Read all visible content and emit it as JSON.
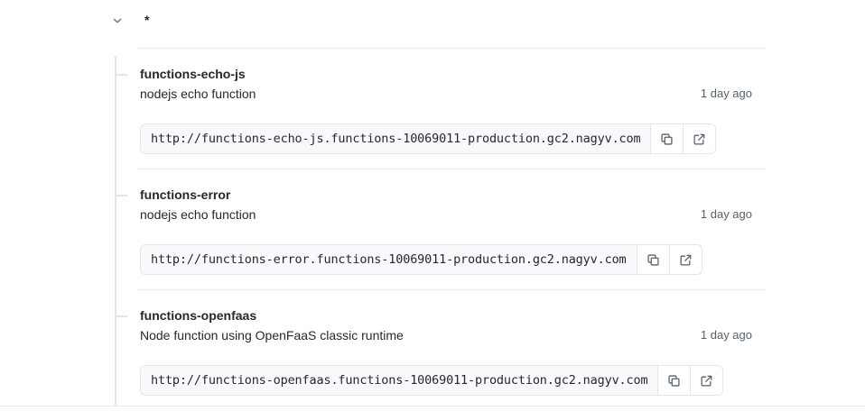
{
  "group": {
    "chevron_icon": "chevron-down-icon",
    "label": "*"
  },
  "timestamps": {
    "label": "1 day ago"
  },
  "actions": {
    "copy_icon": "copy-icon",
    "open_external_icon": "external-link-icon"
  },
  "functions": [
    {
      "name": "functions-echo-js",
      "description": "nodejs echo function",
      "updated": "1 day ago",
      "url": "http://functions-echo-js.functions-10069011-production.gc2.nagyv.com"
    },
    {
      "name": "functions-error",
      "description": "nodejs echo function",
      "updated": "1 day ago",
      "url": "http://functions-error.functions-10069011-production.gc2.nagyv.com"
    },
    {
      "name": "functions-openfaas",
      "description": "Node function using OpenFaaS classic runtime",
      "updated": "1 day ago",
      "url": "http://functions-openfaas.functions-10069011-production.gc2.nagyv.com"
    }
  ],
  "colors": {
    "text_primary": "#24292f",
    "text_muted": "#57606a",
    "divider": "#eaecef",
    "rail": "#e1e4e8",
    "field_bg": "#f8f9fa",
    "field_border": "#e3e5e8"
  }
}
